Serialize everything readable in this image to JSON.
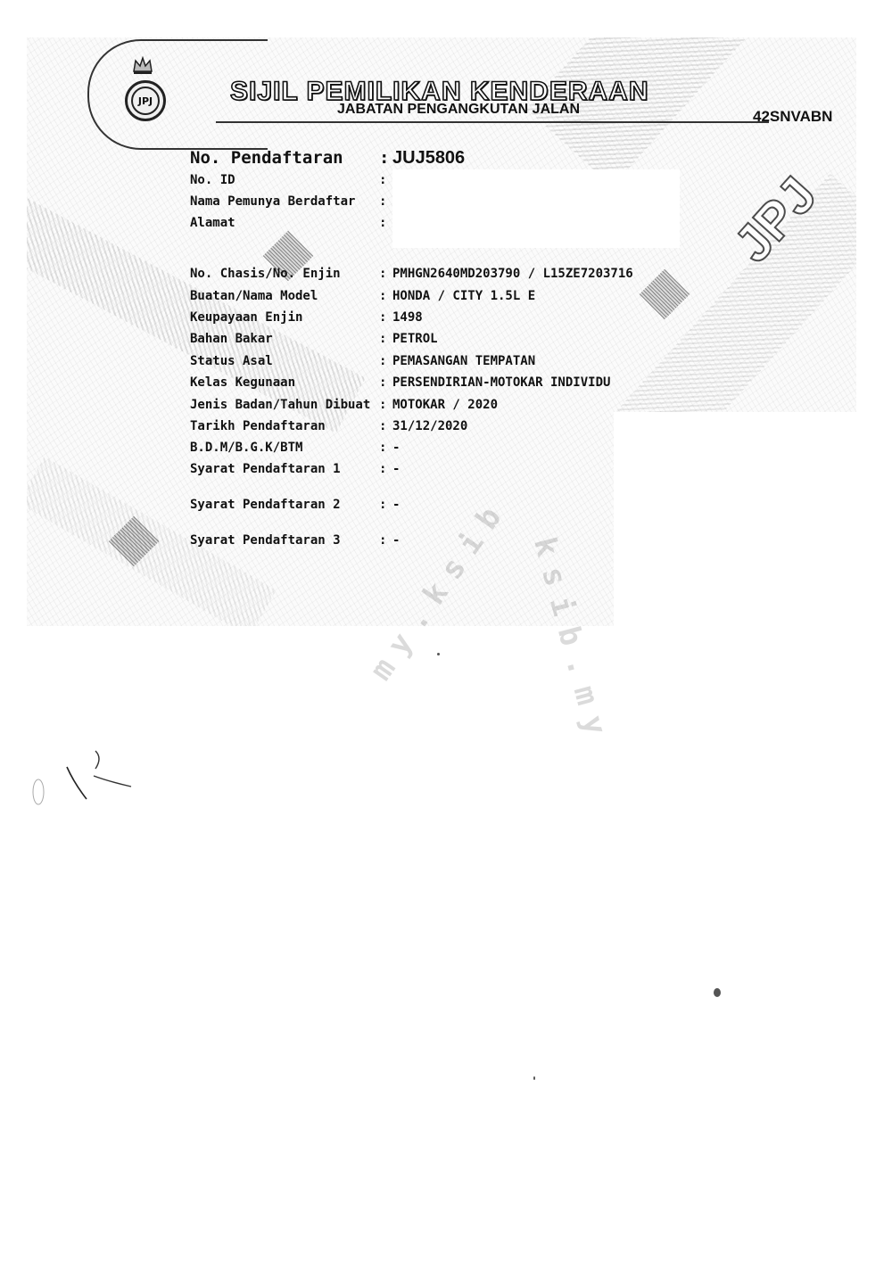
{
  "header": {
    "title": "SIJIL PEMILIKAN KENDERAAN",
    "subtitle": "JABATAN PENGANGKUTAN JALAN",
    "serial_no": "42SNVABN",
    "seal_text": "JPJ",
    "background_mark": "JPJ"
  },
  "fields": [
    {
      "label": "No. Pendaftaran",
      "value": "JUJ5806"
    },
    {
      "label": "No. ID",
      "value": ""
    },
    {
      "label": "Nama Pemunya Berdaftar",
      "value": ""
    },
    {
      "label": "Alamat",
      "value": ""
    },
    {
      "label": "No. Chasis/No. Enjin",
      "value": "PMHGN2640MD203790 / L15ZE7203716"
    },
    {
      "label": "Buatan/Nama Model",
      "value": "HONDA / CITY 1.5L E"
    },
    {
      "label": "Keupayaan Enjin",
      "value": "1498"
    },
    {
      "label": "Bahan Bakar",
      "value": "PETROL"
    },
    {
      "label": "Status Asal",
      "value": "PEMASANGAN TEMPATAN"
    },
    {
      "label": "Kelas Kegunaan",
      "value": "PERSENDIRIAN-MOTOKAR INDIVIDU"
    },
    {
      "label": "Jenis Badan/Tahun Dibuat",
      "value": "MOTOKAR / 2020"
    },
    {
      "label": "Tarikh Pendaftaran",
      "value": "31/12/2020"
    },
    {
      "label": "B.D.M/B.G.K/BTM",
      "value": "-"
    },
    {
      "label": "Syarat Pendaftaran 1",
      "value": "-"
    },
    {
      "label": "Syarat Pendaftaran 2",
      "value": "-"
    },
    {
      "label": "Syarat Pendaftaran 3",
      "value": "-"
    }
  ],
  "separator": ":",
  "watermark": {
    "left": "my.ksib",
    "right": "ksib.my"
  }
}
